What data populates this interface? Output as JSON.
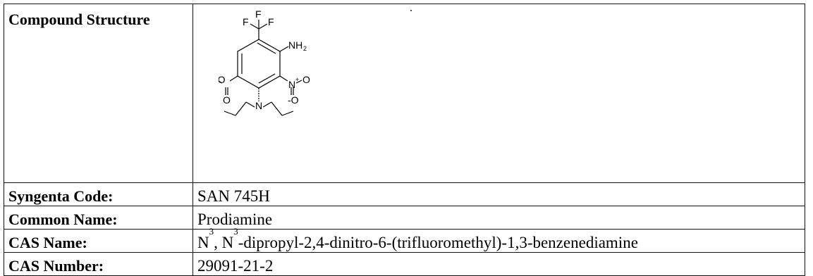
{
  "table": {
    "structure_label": "Compound Structure",
    "rows": [
      {
        "label": "Syngenta Code:",
        "value": "SAN 745H"
      },
      {
        "label": "Common Name:",
        "value": "Prodiamine"
      },
      {
        "label": "CAS Name:",
        "value_parts": [
          "N",
          "3",
          ", N",
          "3",
          "-dipropyl-2,4-dinitro-6-(trifluoromethyl)-1,3-benzenediamine"
        ]
      },
      {
        "label": "CAS Number:",
        "value": "29091-21-2"
      }
    ]
  },
  "structure": {
    "atoms": [
      "F",
      "F",
      "F",
      "NH",
      "2",
      "N",
      "+",
      "O",
      "-O",
      "O",
      "-O",
      "N"
    ]
  }
}
